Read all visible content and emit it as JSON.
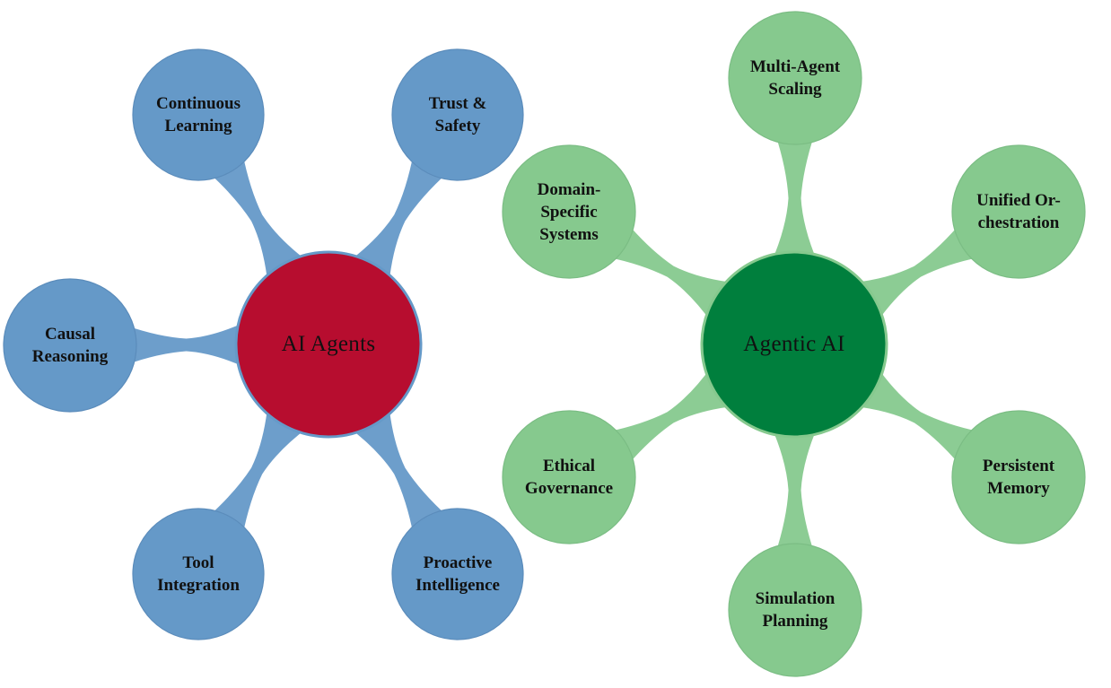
{
  "colors": {
    "left_center": "#b70d2f",
    "left_child": "#6599c8",
    "left_child_stroke": "#5b8cbb",
    "right_center": "#007f3d",
    "right_child": "#86c98e",
    "right_child_stroke": "#7bbd84",
    "background": "#ffffff"
  },
  "maps": [
    {
      "id": "ai-agents",
      "center": {
        "label": "AI Agents"
      },
      "children": [
        {
          "id": "continuous-learning",
          "lines": [
            "Continuous",
            "Learning"
          ]
        },
        {
          "id": "trust-safety",
          "lines": [
            "Trust &",
            "Safety"
          ]
        },
        {
          "id": "causal-reasoning",
          "lines": [
            "Causal",
            "Reasoning"
          ]
        },
        {
          "id": "tool-integration",
          "lines": [
            "Tool",
            "Integration"
          ]
        },
        {
          "id": "proactive-intelligence",
          "lines": [
            "Proactive",
            "Intelligence"
          ]
        }
      ]
    },
    {
      "id": "agentic-ai",
      "center": {
        "label": "Agentic AI"
      },
      "children": [
        {
          "id": "multi-agent-scaling",
          "lines": [
            "Multi-Agent",
            "Scaling"
          ]
        },
        {
          "id": "unified-orchestration",
          "lines": [
            "Unified Or-",
            "chestration"
          ]
        },
        {
          "id": "domain-specific-systems",
          "lines": [
            "Domain-",
            "Specific",
            "Systems"
          ]
        },
        {
          "id": "persistent-memory",
          "lines": [
            "Persistent",
            "Memory"
          ]
        },
        {
          "id": "ethical-governance",
          "lines": [
            "Ethical",
            "Governance"
          ]
        },
        {
          "id": "simulation-planning",
          "lines": [
            "Simulation",
            "Planning"
          ]
        }
      ]
    }
  ]
}
